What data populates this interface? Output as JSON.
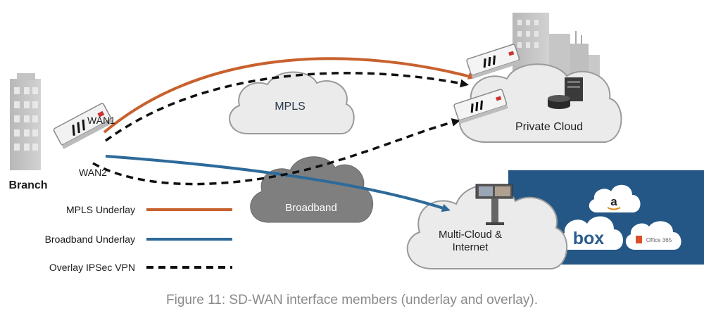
{
  "nodes": {
    "branch": "Branch",
    "wan1": "WAN1",
    "wan2": "WAN2",
    "mpls_cloud": "MPLS",
    "broadband_cloud": "Broadband",
    "private_cloud": "Private Cloud",
    "multi_cloud_line1": "Multi-Cloud &",
    "multi_cloud_line2": "Internet"
  },
  "saas_logos": {
    "amazon": "a",
    "box": "box",
    "office": "Office 365"
  },
  "legend": [
    {
      "label": "MPLS Underlay",
      "color": "#c8612e",
      "style": "solid"
    },
    {
      "label": "Broadband Underlay",
      "color": "#2d6a9a",
      "style": "solid"
    },
    {
      "label": "Overlay IPSec VPN",
      "color": "#111111",
      "style": "dashed"
    }
  ],
  "caption": "Figure 11: SD-WAN interface members (underlay and overlay).",
  "colors": {
    "mpls": "#c8612e",
    "broadband": "#2d6a9a",
    "overlay": "#111111",
    "saas_panel": "#245785",
    "cloud_fill": "#ebebeb",
    "cloud_stroke": "#9a9a9a",
    "building": "#bdbdbd"
  }
}
